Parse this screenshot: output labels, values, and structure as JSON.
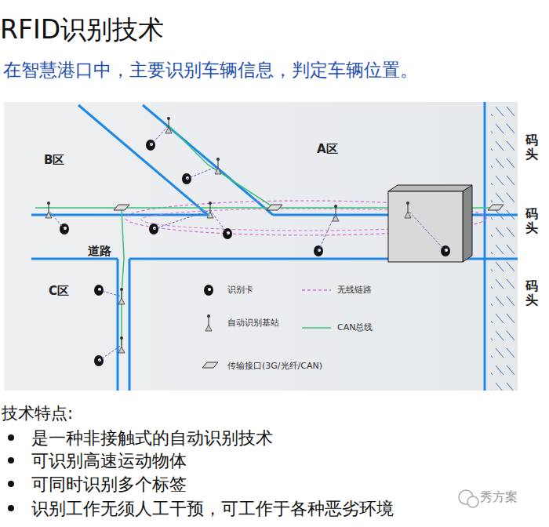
{
  "diagram": {
    "title": "RFID识别技术",
    "labels": [
      "在智慧港口中，主要识别车辆信息，判定车辆位置。",
      "B区",
      "A区",
      "道路",
      "C区",
      "码头",
      "码头",
      "码头",
      "技术特点:",
      "是一种非接触式的自动识别技术",
      "可识别高速运动物体",
      "可同时识别多个标签",
      "识别工作无须人工干预，可工作于各种恶劣环境",
      "秀方案"
    ],
    "legend": [
      {
        "text": "识别卡"
      },
      {
        "text": "自动识别基站"
      },
      {
        "text": "传输接口(3G/光纤/CAN)"
      },
      {
        "text": "无线链路"
      },
      {
        "text": "CAN总线"
      }
    ]
  }
}
